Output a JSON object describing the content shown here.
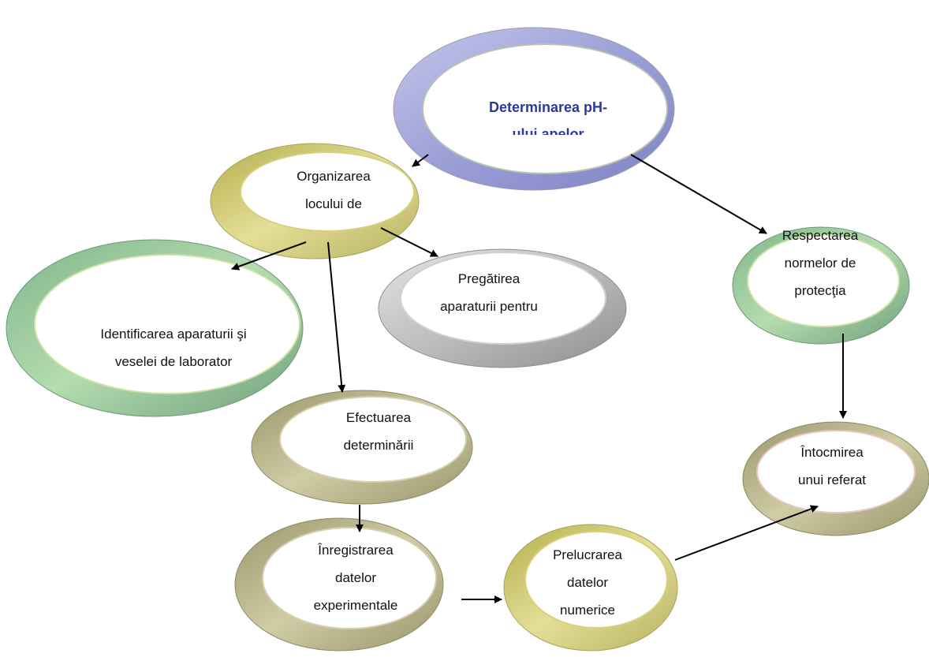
{
  "colors": {
    "title_text": "#2b3a99",
    "ring_blue": "#a6a9d9",
    "ring_yellow": "#d3cd7d",
    "ring_green": "#9bc99b",
    "ring_gray": "#b9b9b9",
    "ring_olive": "#bfbd94",
    "arrow": "#000000"
  },
  "nodes": {
    "center": {
      "lines": [
        "Determinarea pH-",
        "ului apelor"
      ]
    },
    "organizarea": {
      "lines": [
        "Organizarea",
        "locului de"
      ]
    },
    "identificarea": {
      "lines": [
        "Identificarea aparaturii şi",
        "veselei de laborator"
      ]
    },
    "pregatirea": {
      "lines": [
        "Pregătirea",
        "aparaturii pentru"
      ]
    },
    "efectuarea": {
      "lines": [
        "Efectuarea",
        "determinării"
      ]
    },
    "inregistrarea": {
      "lines": [
        "Înregistrarea",
        "datelor",
        "experimentale"
      ]
    },
    "prelucrarea": {
      "lines": [
        "Prelucrarea",
        "datelor",
        "numerice"
      ]
    },
    "respectarea": {
      "lines": [
        "Respectarea",
        "normelor de",
        "protecţia"
      ]
    },
    "intocmirea": {
      "lines": [
        "Întocmirea",
        "unui referat"
      ]
    }
  },
  "edges": [
    {
      "from": "center",
      "to": "organizarea"
    },
    {
      "from": "center",
      "to": "respectarea"
    },
    {
      "from": "organizarea",
      "to": "identificarea"
    },
    {
      "from": "organizarea",
      "to": "pregatirea"
    },
    {
      "from": "organizarea",
      "to": "efectuarea"
    },
    {
      "from": "efectuarea",
      "to": "inregistrarea"
    },
    {
      "from": "inregistrarea",
      "to": "prelucrarea"
    },
    {
      "from": "prelucrarea",
      "to": "intocmirea"
    },
    {
      "from": "respectarea",
      "to": "intocmirea"
    }
  ]
}
